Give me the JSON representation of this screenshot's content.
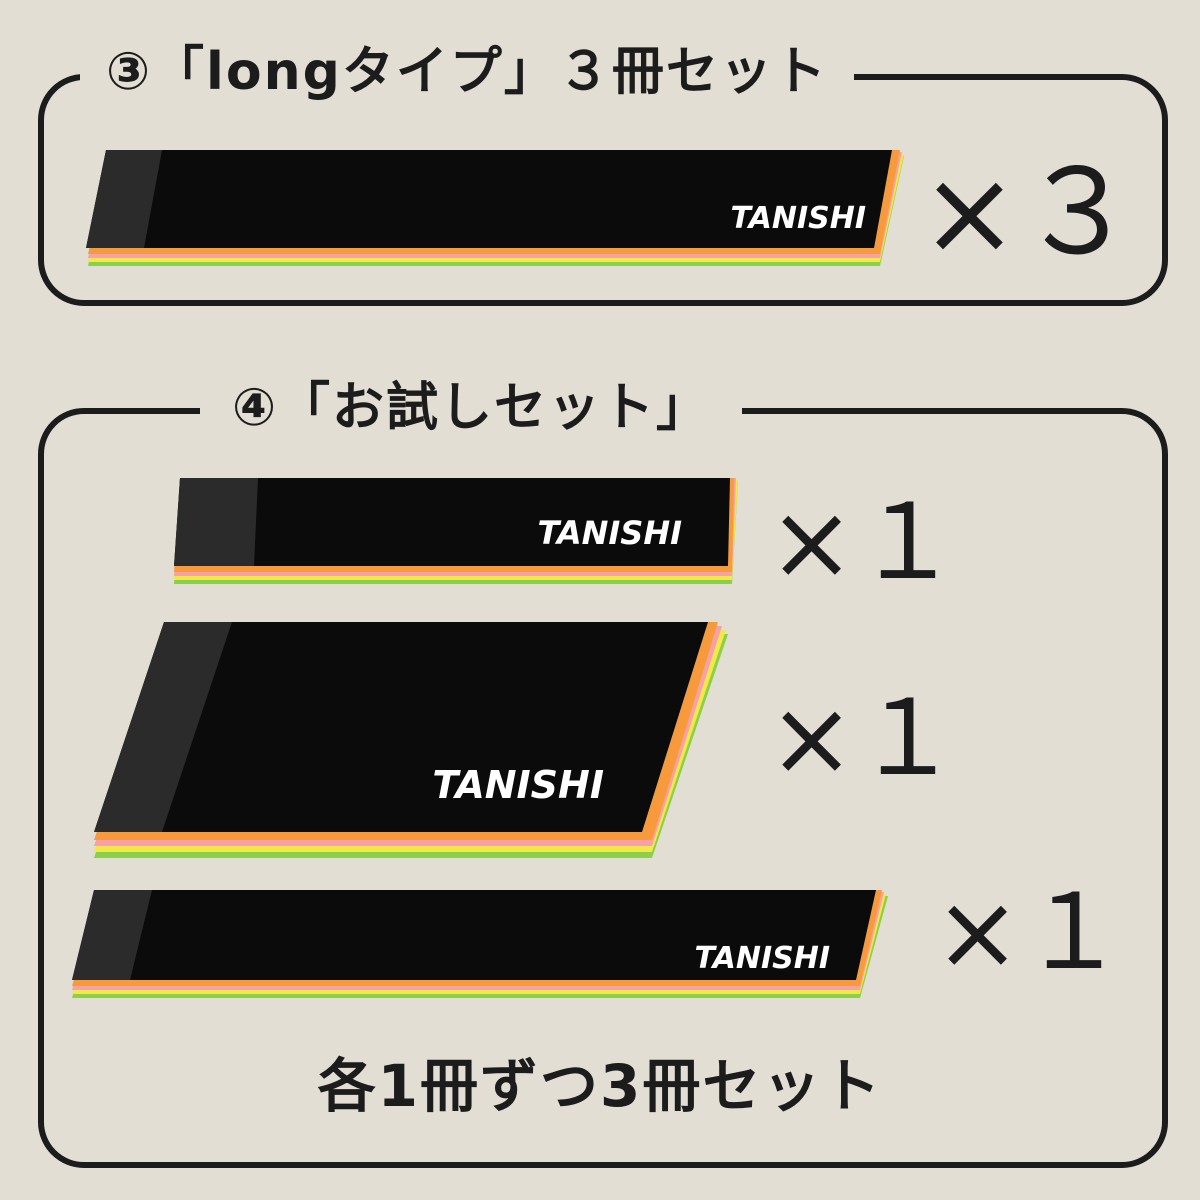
{
  "sections": {
    "long_set": {
      "title": "③「longタイプ」３冊セット",
      "multiplier": "×３"
    },
    "trial_set": {
      "title": "④「お試しセット」",
      "items": [
        {
          "brand": "TANISHI",
          "multiplier": "×１"
        },
        {
          "brand": "TANISHI",
          "multiplier": "×１"
        },
        {
          "brand": "TANISHI",
          "multiplier": "×１"
        }
      ],
      "note": "各1冊ずつ3冊セット"
    }
  },
  "long_pad": {
    "brand": "TANISHI"
  },
  "colors": {
    "background": "#e3ded4",
    "text": "#1c1c1c",
    "pad_cover": "#0b0b0b",
    "pad_spine": "#2b2b2b",
    "layer_orange": "#f79a3c",
    "layer_pink": "#f6a0a8",
    "layer_yellow": "#f1e84a",
    "layer_green": "#8ad04a"
  }
}
